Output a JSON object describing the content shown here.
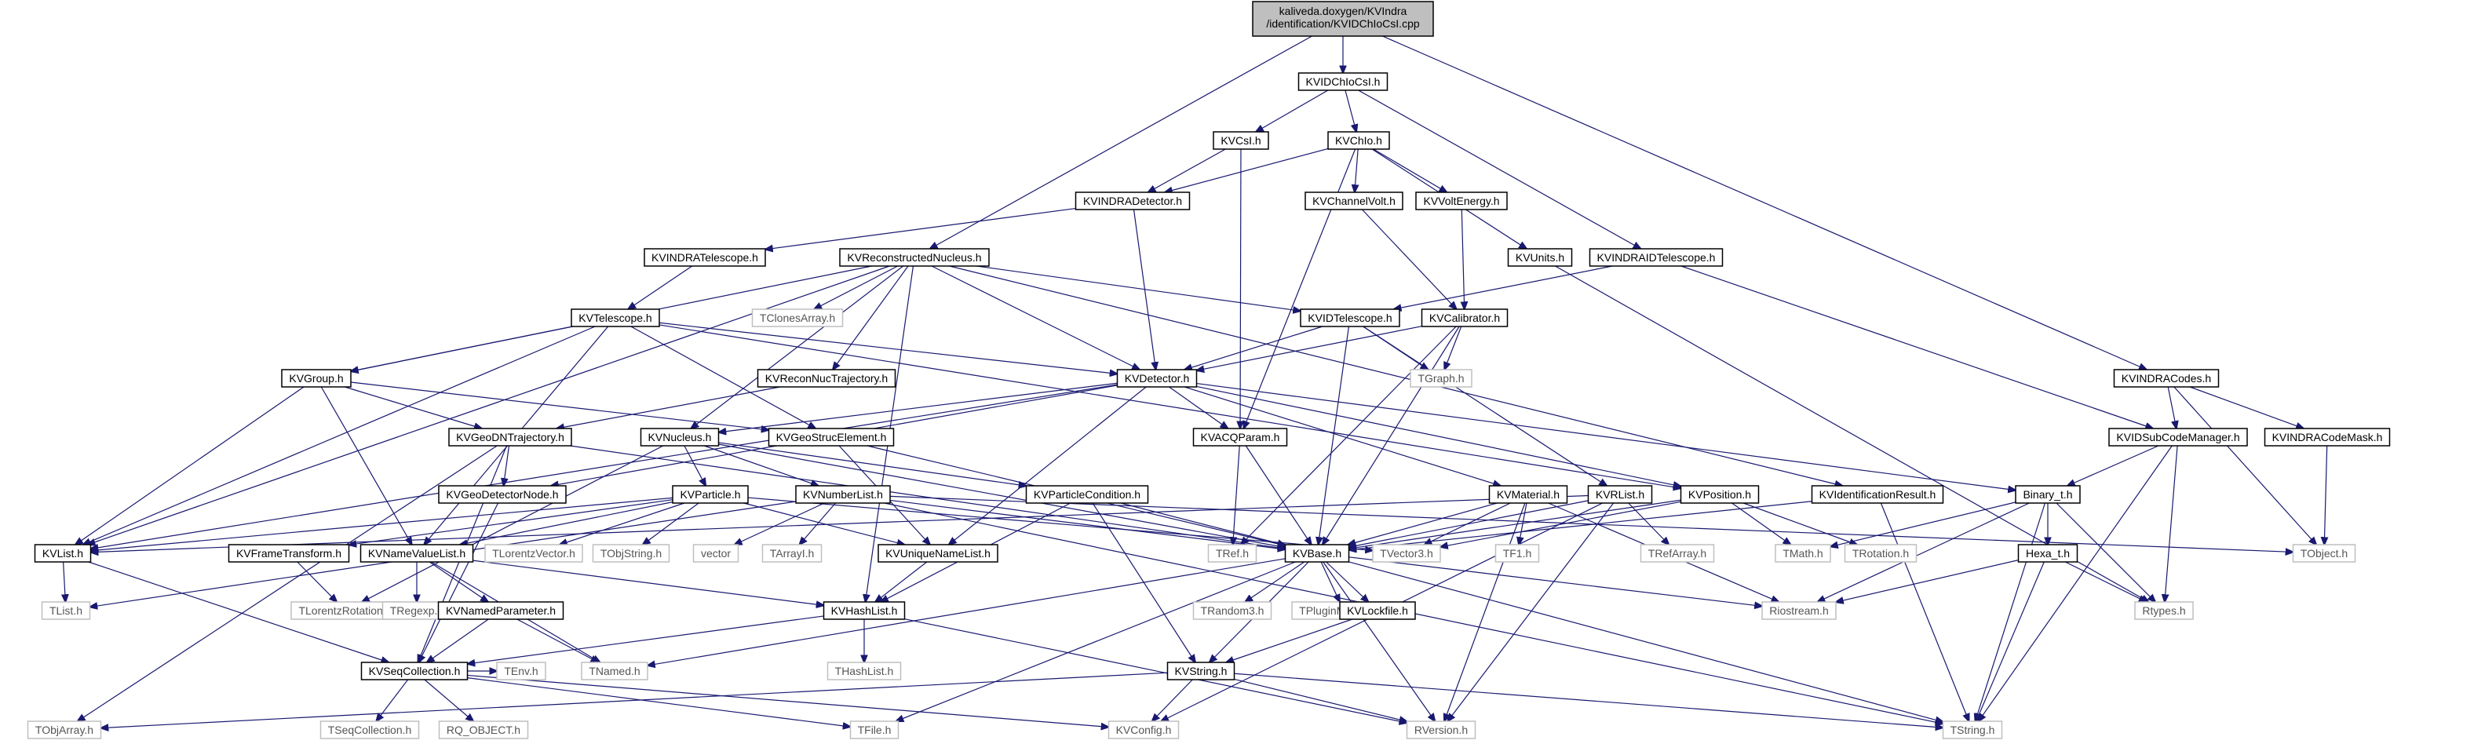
{
  "colors": {
    "edge": "#191970",
    "root_fill": "#bfbfbf",
    "system_border": "#bfbfbf",
    "local_border": "#000000"
  },
  "nodes": [
    {
      "id": "root",
      "label": "kaliveda.doxygen/KVIndra/identification/KVIDChIoCsI.cpp",
      "kind": "root"
    },
    {
      "id": "kvidchiocsi",
      "label": "KVIDChIoCsI.h",
      "kind": "local"
    },
    {
      "id": "kvcsi",
      "label": "KVCsI.h",
      "kind": "local"
    },
    {
      "id": "kvchio",
      "label": "KVChIo.h",
      "kind": "local"
    },
    {
      "id": "kvindradetector",
      "label": "KVINDRADetector.h",
      "kind": "local"
    },
    {
      "id": "kvchannelvolt",
      "label": "KVChannelVolt.h",
      "kind": "local"
    },
    {
      "id": "kvvoltenergy",
      "label": "KVVoltEnergy.h",
      "kind": "local"
    },
    {
      "id": "kvunits",
      "label": "KVUnits.h",
      "kind": "local"
    },
    {
      "id": "kvindraidtelescope",
      "label": "KVINDRAIDTelescope.h",
      "kind": "local"
    },
    {
      "id": "kvindracodes",
      "label": "KVINDRACodes.h",
      "kind": "local"
    },
    {
      "id": "kvindratelescope",
      "label": "KVINDRATelescope.h",
      "kind": "local"
    },
    {
      "id": "kvreconstructednucleus",
      "label": "KVReconstructedNucleus.h",
      "kind": "local"
    },
    {
      "id": "tclonesarray",
      "label": "TClonesArray.h",
      "kind": "system"
    },
    {
      "id": "kvidtelescope",
      "label": "KVIDTelescope.h",
      "kind": "local"
    },
    {
      "id": "kvcalibrator",
      "label": "KVCalibrator.h",
      "kind": "local"
    },
    {
      "id": "tgraph",
      "label": "TGraph.h",
      "kind": "system"
    },
    {
      "id": "kvtelescope",
      "label": "KVTelescope.h",
      "kind": "local"
    },
    {
      "id": "kvgroup",
      "label": "KVGroup.h",
      "kind": "local"
    },
    {
      "id": "kvreconnuctrajectory",
      "label": "KVReconNucTrajectory.h",
      "kind": "local"
    },
    {
      "id": "kvdetector",
      "label": "KVDetector.h",
      "kind": "local"
    },
    {
      "id": "kvidsubcodemanager",
      "label": "KVIDSubCodeManager.h",
      "kind": "local"
    },
    {
      "id": "kvindracodemask",
      "label": "KVINDRACodeMask.h",
      "kind": "local"
    },
    {
      "id": "kvgeodntrajectory",
      "label": "KVGeoDNTrajectory.h",
      "kind": "local"
    },
    {
      "id": "kvnucleus",
      "label": "KVNucleus.h",
      "kind": "local"
    },
    {
      "id": "kvgeostrucelement",
      "label": "KVGeoStrucElement.h",
      "kind": "local"
    },
    {
      "id": "kvacqparam",
      "label": "KVACQParam.h",
      "kind": "local"
    },
    {
      "id": "binary_t",
      "label": "Binary_t.h",
      "kind": "local"
    },
    {
      "id": "kvgeodetectornode",
      "label": "KVGeoDetectorNode.h",
      "kind": "local"
    },
    {
      "id": "kvparticle",
      "label": "KVParticle.h",
      "kind": "local"
    },
    {
      "id": "kvnumberlist",
      "label": "KVNumberList.h",
      "kind": "local"
    },
    {
      "id": "kvparticlecondition",
      "label": "KVParticleCondition.h",
      "kind": "local"
    },
    {
      "id": "kvmaterial",
      "label": "KVMaterial.h",
      "kind": "local"
    },
    {
      "id": "kvrlist",
      "label": "KVRList.h",
      "kind": "local"
    },
    {
      "id": "kvposition",
      "label": "KVPosition.h",
      "kind": "local"
    },
    {
      "id": "kvidentificationresult",
      "label": "KVIdentificationResult.h",
      "kind": "local"
    },
    {
      "id": "hexa_t",
      "label": "Hexa_t.h",
      "kind": "local"
    },
    {
      "id": "kvlist",
      "label": "KVList.h",
      "kind": "local"
    },
    {
      "id": "kvframetransform",
      "label": "KVFrameTransform.h",
      "kind": "local"
    },
    {
      "id": "kvnamevaluelist",
      "label": "KVNameValueList.h",
      "kind": "local"
    },
    {
      "id": "tlorentzvector",
      "label": "TLorentzVector.h",
      "kind": "system"
    },
    {
      "id": "tobjstring",
      "label": "TObjString.h",
      "kind": "system"
    },
    {
      "id": "vector",
      "label": "vector",
      "kind": "system"
    },
    {
      "id": "tarrayi",
      "label": "TArrayI.h",
      "kind": "system"
    },
    {
      "id": "kvuniquenamelist",
      "label": "KVUniqueNameList.h",
      "kind": "local"
    },
    {
      "id": "tref",
      "label": "TRef.h",
      "kind": "system"
    },
    {
      "id": "kvbase",
      "label": "KVBase.h",
      "kind": "local"
    },
    {
      "id": "tvector3",
      "label": "TVector3.h",
      "kind": "system"
    },
    {
      "id": "tf1",
      "label": "TF1.h",
      "kind": "system"
    },
    {
      "id": "trefarray",
      "label": "TRefArray.h",
      "kind": "system"
    },
    {
      "id": "tmath",
      "label": "TMath.h",
      "kind": "system"
    },
    {
      "id": "trotation",
      "label": "TRotation.h",
      "kind": "system"
    },
    {
      "id": "tobject",
      "label": "TObject.h",
      "kind": "system"
    },
    {
      "id": "rtypes",
      "label": "Rtypes.h",
      "kind": "system"
    },
    {
      "id": "tlist",
      "label": "TList.h",
      "kind": "system"
    },
    {
      "id": "tlorentzrotation",
      "label": "TLorentzRotation.h",
      "kind": "system"
    },
    {
      "id": "tregexp",
      "label": "TRegexp.h",
      "kind": "system"
    },
    {
      "id": "kvnamedparameter",
      "label": "KVNamedParameter.h",
      "kind": "local"
    },
    {
      "id": "kvhashlist",
      "label": "KVHashList.h",
      "kind": "local"
    },
    {
      "id": "trandom3",
      "label": "TRandom3.h",
      "kind": "system"
    },
    {
      "id": "tpluginmanager",
      "label": "TPluginManager.h",
      "kind": "system"
    },
    {
      "id": "kvlockfile",
      "label": "KVLockfile.h",
      "kind": "local"
    },
    {
      "id": "riostream",
      "label": "Riostream.h",
      "kind": "system"
    },
    {
      "id": "tenv",
      "label": "TEnv.h",
      "kind": "system"
    },
    {
      "id": "tnamed",
      "label": "TNamed.h",
      "kind": "system"
    },
    {
      "id": "thashlist",
      "label": "THashList.h",
      "kind": "system"
    },
    {
      "id": "kvseqcollection",
      "label": "KVSeqCollection.h",
      "kind": "local"
    },
    {
      "id": "kvstring",
      "label": "KVString.h",
      "kind": "local"
    },
    {
      "id": "tobjarray",
      "label": "TObjArray.h",
      "kind": "system"
    },
    {
      "id": "tseqcollection",
      "label": "TSeqCollection.h",
      "kind": "system"
    },
    {
      "id": "rq_object",
      "label": "RQ_OBJECT.h",
      "kind": "system"
    },
    {
      "id": "tfile",
      "label": "TFile.h",
      "kind": "system"
    },
    {
      "id": "kvconfig",
      "label": "KVConfig.h",
      "kind": "system"
    },
    {
      "id": "rversion",
      "label": "RVersion.h",
      "kind": "system"
    },
    {
      "id": "tstring",
      "label": "TString.h",
      "kind": "system"
    }
  ],
  "edges": [
    [
      "root",
      "kvidchiocsi"
    ],
    [
      "root",
      "kvreconstructednucleus"
    ],
    [
      "root",
      "kvindracodes"
    ],
    [
      "kvidchiocsi",
      "kvcsi"
    ],
    [
      "kvidchiocsi",
      "kvchio"
    ],
    [
      "kvidchiocsi",
      "kvindraidtelescope"
    ],
    [
      "kvcsi",
      "kvindradetector"
    ],
    [
      "kvcsi",
      "kvacqparam"
    ],
    [
      "kvchio",
      "kvindradetector"
    ],
    [
      "kvchio",
      "kvchannelvolt"
    ],
    [
      "kvchio",
      "kvvoltenergy"
    ],
    [
      "kvchio",
      "kvunits"
    ],
    [
      "kvchio",
      "kvacqparam"
    ],
    [
      "kvindradetector",
      "kvindratelescope"
    ],
    [
      "kvindradetector",
      "kvdetector"
    ],
    [
      "kvchannelvolt",
      "kvcalibrator"
    ],
    [
      "kvvoltenergy",
      "kvcalibrator"
    ],
    [
      "kvunits",
      "rtypes"
    ],
    [
      "kvindraidtelescope",
      "kvidtelescope"
    ],
    [
      "kvindraidtelescope",
      "kvidsubcodemanager"
    ],
    [
      "kvindracodes",
      "kvidsubcodemanager"
    ],
    [
      "kvindracodes",
      "kvindracodemask"
    ],
    [
      "kvindracodes",
      "tobject"
    ],
    [
      "kvindratelescope",
      "kvtelescope"
    ],
    [
      "kvreconstructednucleus",
      "tclonesarray"
    ],
    [
      "kvreconstructednucleus",
      "kvidtelescope"
    ],
    [
      "kvreconstructednucleus",
      "kvgroup"
    ],
    [
      "kvreconstructednucleus",
      "kvreconnuctrajectory"
    ],
    [
      "kvreconstructednucleus",
      "kvdetector"
    ],
    [
      "kvreconstructednucleus",
      "kvnucleus"
    ],
    [
      "kvreconstructednucleus",
      "kvidentificationresult"
    ],
    [
      "kvreconstructednucleus",
      "kvlist"
    ],
    [
      "kvreconstructednucleus",
      "kvhashlist"
    ],
    [
      "kvidtelescope",
      "kvdetector"
    ],
    [
      "kvidtelescope",
      "tgraph"
    ],
    [
      "kvidtelescope",
      "kvbase"
    ],
    [
      "kvidtelescope",
      "kvrlist"
    ],
    [
      "kvcalibrator",
      "kvdetector"
    ],
    [
      "kvcalibrator",
      "tgraph"
    ],
    [
      "kvcalibrator",
      "kvbase"
    ],
    [
      "kvcalibrator",
      "tref"
    ],
    [
      "kvtelescope",
      "kvgroup"
    ],
    [
      "kvtelescope",
      "kvdetector"
    ],
    [
      "kvtelescope",
      "kvgeostrucelement"
    ],
    [
      "kvtelescope",
      "kvlist"
    ],
    [
      "kvtelescope",
      "kvposition"
    ],
    [
      "kvtelescope",
      "kvnamevaluelist"
    ],
    [
      "kvgroup",
      "kvgeodntrajectory"
    ],
    [
      "kvgroup",
      "kvgeostrucelement"
    ],
    [
      "kvgroup",
      "kvlist"
    ],
    [
      "kvgroup",
      "kvnamevaluelist"
    ],
    [
      "kvreconnuctrajectory",
      "kvgeodntrajectory"
    ],
    [
      "kvdetector",
      "kvnucleus"
    ],
    [
      "kvdetector",
      "kvacqparam"
    ],
    [
      "kvdetector",
      "kvmaterial"
    ],
    [
      "kvdetector",
      "kvposition"
    ],
    [
      "kvdetector",
      "kvgeodetectornode"
    ],
    [
      "kvdetector",
      "kvlist"
    ],
    [
      "kvdetector",
      "binary_t"
    ],
    [
      "kvdetector",
      "kvuniquenamelist"
    ],
    [
      "kvidsubcodemanager",
      "binary_t"
    ],
    [
      "kvidsubcodemanager",
      "rtypes"
    ],
    [
      "kvidsubcodemanager",
      "tstring"
    ],
    [
      "kvindracodemask",
      "tobject"
    ],
    [
      "kvgeodntrajectory",
      "kvgeodetectornode"
    ],
    [
      "kvgeodntrajectory",
      "kvseqcollection"
    ],
    [
      "kvgeodntrajectory",
      "tobjarray"
    ],
    [
      "kvgeodntrajectory",
      "kvbase"
    ],
    [
      "kvnucleus",
      "kvparticle"
    ],
    [
      "kvnucleus",
      "kvnumberlist"
    ],
    [
      "kvnucleus",
      "kvparticlecondition"
    ],
    [
      "kvnucleus",
      "kvbase"
    ],
    [
      "kvnucleus",
      "tlorentzrotation"
    ],
    [
      "kvgeostrucelement",
      "kvuniquenamelist"
    ],
    [
      "kvgeostrucelement",
      "kvbase"
    ],
    [
      "kvacqparam",
      "tref"
    ],
    [
      "kvacqparam",
      "kvbase"
    ],
    [
      "binary_t",
      "hexa_t"
    ],
    [
      "binary_t",
      "tmath"
    ],
    [
      "binary_t",
      "rtypes"
    ],
    [
      "binary_t",
      "tstring"
    ],
    [
      "binary_t",
      "riostream"
    ],
    [
      "kvgeodetectornode",
      "kvseqcollection"
    ],
    [
      "kvparticle",
      "kvlist"
    ],
    [
      "kvparticle",
      "kvframetransform"
    ],
    [
      "kvparticle",
      "kvnamevaluelist"
    ],
    [
      "kvparticle",
      "tlorentzvector"
    ],
    [
      "kvparticle",
      "tobjstring"
    ],
    [
      "kvparticle",
      "kvuniquenamelist"
    ],
    [
      "kvparticle",
      "tvector3"
    ],
    [
      "kvnumberlist",
      "vector"
    ],
    [
      "kvnumberlist",
      "tarrayi"
    ],
    [
      "kvnumberlist",
      "kvbase"
    ],
    [
      "kvnumberlist",
      "tobject"
    ],
    [
      "kvnumberlist",
      "tstring"
    ],
    [
      "kvnumberlist",
      "tlist"
    ],
    [
      "kvparticlecondition",
      "kvhashlist"
    ],
    [
      "kvparticlecondition",
      "kvstring"
    ],
    [
      "kvparticlecondition",
      "kvbase"
    ],
    [
      "kvmaterial",
      "kvbase"
    ],
    [
      "kvmaterial",
      "tf1"
    ],
    [
      "kvmaterial",
      "tvector3"
    ],
    [
      "kvmaterial",
      "rversion"
    ],
    [
      "kvmaterial",
      "riostream"
    ],
    [
      "kvrlist",
      "trefarray"
    ],
    [
      "kvrlist",
      "kvbase"
    ],
    [
      "kvrlist",
      "kvlist"
    ],
    [
      "kvrlist",
      "kvconfig"
    ],
    [
      "kvrlist",
      "rversion"
    ],
    [
      "kvposition",
      "tvector3"
    ],
    [
      "kvposition",
      "tmath"
    ],
    [
      "kvposition",
      "trotation"
    ],
    [
      "kvposition",
      "kvbase"
    ],
    [
      "kvidentificationresult",
      "kvbase"
    ],
    [
      "kvidentificationresult",
      "tstring"
    ],
    [
      "hexa_t",
      "riostream"
    ],
    [
      "hexa_t",
      "rtypes"
    ],
    [
      "hexa_t",
      "tstring"
    ],
    [
      "kvlist",
      "tlist"
    ],
    [
      "kvlist",
      "kvseqcollection"
    ],
    [
      "kvframetransform",
      "tlorentzrotation"
    ],
    [
      "kvnamevaluelist",
      "tregexp"
    ],
    [
      "kvnamevaluelist",
      "kvnamedparameter"
    ],
    [
      "kvnamevaluelist",
      "kvhashlist"
    ],
    [
      "kvnamevaluelist",
      "tnamed"
    ],
    [
      "kvuniquenamelist",
      "kvhashlist"
    ],
    [
      "kvbase",
      "trandom3"
    ],
    [
      "kvbase",
      "tpluginmanager"
    ],
    [
      "kvbase",
      "kvlockfile"
    ],
    [
      "kvbase",
      "kvstring"
    ],
    [
      "kvbase",
      "riostream"
    ],
    [
      "kvbase",
      "tnamed"
    ],
    [
      "kvbase",
      "tfile"
    ],
    [
      "kvbase",
      "rversion"
    ],
    [
      "kvbase",
      "tstring"
    ],
    [
      "kvnamedparameter",
      "kvseqcollection"
    ],
    [
      "kvnamedparameter",
      "tnamed"
    ],
    [
      "kvhashlist",
      "thashlist"
    ],
    [
      "kvhashlist",
      "kvseqcollection"
    ],
    [
      "kvhashlist",
      "rversion"
    ],
    [
      "kvlockfile",
      "kvstring"
    ],
    [
      "kvseqcollection",
      "tseqcollection"
    ],
    [
      "kvseqcollection",
      "rq_object"
    ],
    [
      "kvseqcollection",
      "tfile"
    ],
    [
      "kvseqcollection",
      "kvconfig"
    ],
    [
      "kvseqcollection",
      "tenv"
    ],
    [
      "kvstring",
      "kvconfig"
    ],
    [
      "kvstring",
      "rversion"
    ],
    [
      "kvstring",
      "tstring"
    ],
    [
      "kvstring",
      "tobjarray"
    ]
  ]
}
